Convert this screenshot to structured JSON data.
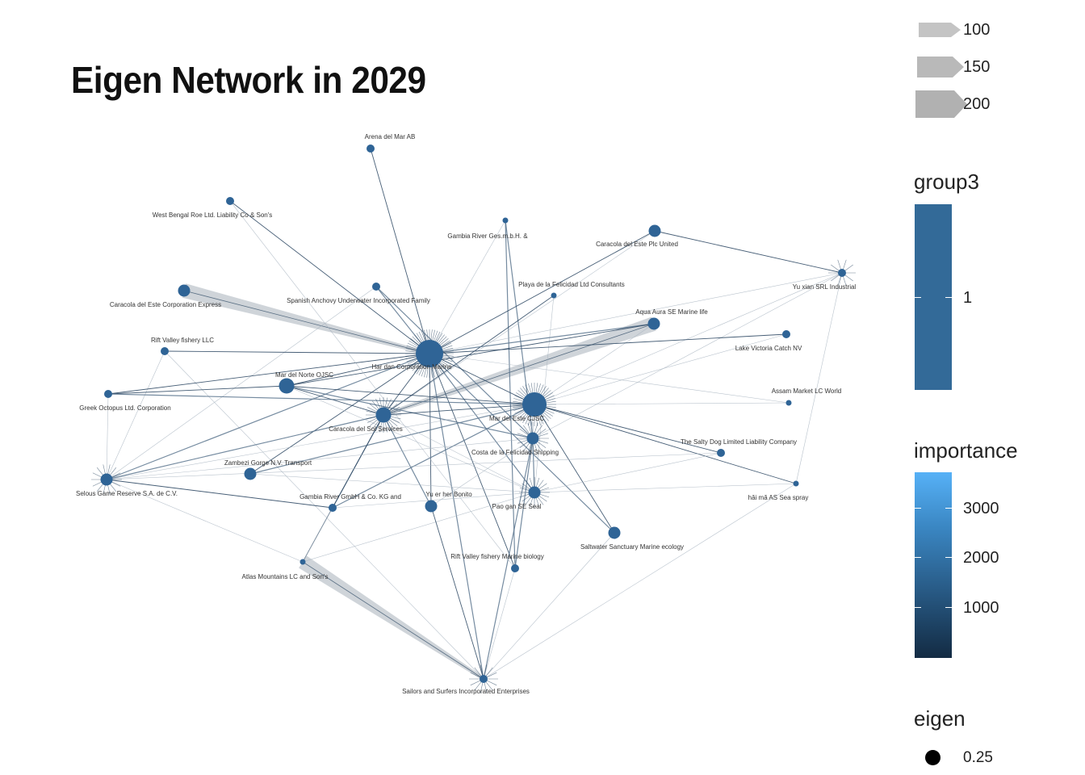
{
  "title": "Eigen Network in 2029",
  "colors": {
    "node": "#2f6496",
    "edge_dark": "#27435f",
    "edge_light": "#a8b4c0",
    "edge_band": "#c7ccd2",
    "legend_fill": "#336a98",
    "legend_light": "#56b1f7",
    "legend_dark": "#132b43"
  },
  "nodes": [
    {
      "id": "arena",
      "label": "Arena del Mar AB",
      "size": "small"
    },
    {
      "id": "westbengal",
      "label": "West Bengal   Roe Ltd. Liability Co & Son's",
      "size": "small"
    },
    {
      "id": "gambia1",
      "label": "Gambia River   Ges.m.b.H. &",
      "size": "tiny"
    },
    {
      "id": "caracola_plc",
      "label": "Caracola del Este Plc United",
      "size": "medium"
    },
    {
      "id": "yuxian",
      "label": "Yu xian  SRL Industrial",
      "size": "small"
    },
    {
      "id": "playa",
      "label": "Playa de la Felicidad Ltd Consultants",
      "size": "tiny"
    },
    {
      "id": "caracola_corp",
      "label": "Caracola del Este Corporation Express",
      "size": "medium"
    },
    {
      "id": "spanish",
      "label": "Spanish Anchovy Underwater Incorporated Family",
      "size": "small"
    },
    {
      "id": "aqua",
      "label": "Aqua Aura SE Marine life",
      "size": "medium"
    },
    {
      "id": "rift_llc",
      "label": "Rift Valley fishery LLC",
      "size": "small"
    },
    {
      "id": "lakevic",
      "label": "Lake Victoria Catch  NV",
      "size": "small"
    },
    {
      "id": "hardan",
      "label": "Har dan Corporation Marine",
      "size": "huge"
    },
    {
      "id": "marnorte",
      "label": "Mar del Norte OJSC",
      "size": "large"
    },
    {
      "id": "assam",
      "label": "Assam   Market LC World",
      "size": "tiny"
    },
    {
      "id": "greek",
      "label": "Greek Octopus Ltd. Corporation",
      "size": "small"
    },
    {
      "id": "mareste",
      "label": "Mar del Este CJSC",
      "size": "xlarge"
    },
    {
      "id": "caracola_sur",
      "label": "Caracola del Sol Services",
      "size": "large"
    },
    {
      "id": "costa",
      "label": "Costa de la Felicidad Shipping",
      "size": "medium"
    },
    {
      "id": "saltydog",
      "label": "The Salty Dog Limited Liability Company",
      "size": "small"
    },
    {
      "id": "zambezi",
      "label": "Zambezi Gorge  N.V. Transport",
      "size": "medium"
    },
    {
      "id": "selous",
      "label": "Selous Game Reserve  S.A. de C.V.",
      "size": "medium"
    },
    {
      "id": "gambia2",
      "label": "Gambia River   GmbH & Co. KG and",
      "size": "small"
    },
    {
      "id": "yuer",
      "label": "Yu er her Bonito",
      "size": "medium"
    },
    {
      "id": "paogan",
      "label": "Pao gan SE Seal",
      "size": "medium"
    },
    {
      "id": "haima",
      "label": "hǎi mǎ AS Sea spray",
      "size": "tiny"
    },
    {
      "id": "saltwater",
      "label": "Saltwater Sanctuary Marine ecology",
      "size": "medium"
    },
    {
      "id": "rift_mb",
      "label": "Rift Valley fishery Marine biology",
      "size": "small"
    },
    {
      "id": "atlas",
      "label": "Atlas Mountains  LC and Son's",
      "size": "tiny"
    },
    {
      "id": "sailors",
      "label": "Sailors and Surfers Incorporated Enterprises",
      "size": "small"
    }
  ],
  "edges": [
    [
      "caracola_corp",
      "hardan",
      "band"
    ],
    [
      "aqua",
      "caracola_sur",
      "band"
    ],
    [
      "atlas",
      "sailors",
      "band"
    ],
    [
      "arena",
      "hardan",
      "dark"
    ],
    [
      "westbengal",
      "hardan",
      "dark"
    ],
    [
      "gambia1",
      "hardan",
      "light"
    ],
    [
      "gambia1",
      "rift_mb",
      "mid"
    ],
    [
      "gambia1",
      "costa",
      "mid"
    ],
    [
      "caracola_plc",
      "hardan",
      "dark"
    ],
    [
      "caracola_plc",
      "yuxian",
      "dark"
    ],
    [
      "caracola_plc",
      "caracola_sur",
      "light"
    ],
    [
      "yuxian",
      "hardan",
      "light"
    ],
    [
      "yuxian",
      "mareste",
      "light"
    ],
    [
      "yuxian",
      "haima",
      "light"
    ],
    [
      "yuxian",
      "costa",
      "light"
    ],
    [
      "playa",
      "caracola_sur",
      "dark"
    ],
    [
      "playa",
      "paogan",
      "light"
    ],
    [
      "spanish",
      "hardan",
      "mid"
    ],
    [
      "spanish",
      "costa",
      "mid"
    ],
    [
      "spanish",
      "selous",
      "light"
    ],
    [
      "aqua",
      "hardan",
      "mid"
    ],
    [
      "aqua",
      "marnorte",
      "dark"
    ],
    [
      "aqua",
      "mareste",
      "light"
    ],
    [
      "rift_llc",
      "hardan",
      "dark"
    ],
    [
      "rift_llc",
      "sailors",
      "light"
    ],
    [
      "rift_llc",
      "selous",
      "light"
    ],
    [
      "lakevic",
      "hardan",
      "dark"
    ],
    [
      "lakevic",
      "mareste",
      "light"
    ],
    [
      "hardan",
      "mareste",
      "dark"
    ],
    [
      "hardan",
      "marnorte",
      "dark"
    ],
    [
      "hardan",
      "caracola_sur",
      "dark"
    ],
    [
      "hardan",
      "greek",
      "dark"
    ],
    [
      "hardan",
      "zambezi",
      "dark"
    ],
    [
      "hardan",
      "yuer",
      "dark"
    ],
    [
      "hardan",
      "paogan",
      "mid"
    ],
    [
      "hardan",
      "saltwater",
      "mid"
    ],
    [
      "hardan",
      "sailors",
      "mid"
    ],
    [
      "hardan",
      "selous",
      "mid"
    ],
    [
      "hardan",
      "rift_mb",
      "dark"
    ],
    [
      "hardan",
      "assam",
      "light"
    ],
    [
      "marnorte",
      "mareste",
      "dark"
    ],
    [
      "marnorte",
      "greek",
      "dark"
    ],
    [
      "marnorte",
      "caracola_sur",
      "dark"
    ],
    [
      "marnorte",
      "costa",
      "mid"
    ],
    [
      "marnorte",
      "paogan",
      "light"
    ],
    [
      "greek",
      "mareste",
      "mid"
    ],
    [
      "greek",
      "selous",
      "light"
    ],
    [
      "mareste",
      "saltydog",
      "dark"
    ],
    [
      "mareste",
      "haima",
      "dark"
    ],
    [
      "mareste",
      "caracola_sur",
      "dark"
    ],
    [
      "mareste",
      "zambezi",
      "mid"
    ],
    [
      "mareste",
      "gambia2",
      "mid"
    ],
    [
      "mareste",
      "selous",
      "light"
    ],
    [
      "mareste",
      "saltwater",
      "dark"
    ],
    [
      "mareste",
      "assam",
      "light"
    ],
    [
      "caracola_sur",
      "gambia2",
      "mid"
    ],
    [
      "caracola_sur",
      "yuer",
      "mid"
    ],
    [
      "caracola_sur",
      "atlas",
      "dark"
    ],
    [
      "caracola_sur",
      "selous",
      "mid"
    ],
    [
      "caracola_sur",
      "paogan",
      "light"
    ],
    [
      "costa",
      "paogan",
      "mid"
    ],
    [
      "costa",
      "sailors",
      "mid"
    ],
    [
      "costa",
      "rift_mb",
      "mid"
    ],
    [
      "costa",
      "selous",
      "light"
    ],
    [
      "costa",
      "yuer",
      "light"
    ],
    [
      "paogan",
      "haima",
      "light"
    ],
    [
      "paogan",
      "saltydog",
      "light"
    ],
    [
      "paogan",
      "gambia2",
      "light"
    ],
    [
      "paogan",
      "atlas",
      "light"
    ],
    [
      "saltydog",
      "selous",
      "light"
    ],
    [
      "selous",
      "gambia2",
      "dark"
    ],
    [
      "selous",
      "atlas",
      "light"
    ],
    [
      "yuer",
      "sailors",
      "dark"
    ],
    [
      "zambezi",
      "paogan",
      "light"
    ],
    [
      "gambia2",
      "atlas",
      "light"
    ],
    [
      "haima",
      "sailors",
      "light"
    ],
    [
      "saltwater",
      "sailors",
      "light"
    ],
    [
      "rift_mb",
      "sailors",
      "light"
    ],
    [
      "westbengal",
      "rift_mb",
      "light"
    ]
  ],
  "legend": {
    "edge_width_labels": [
      "100",
      "150",
      "200"
    ],
    "group3": {
      "title": "group3",
      "label": "1"
    },
    "importance": {
      "title": "importance",
      "labels": [
        "3000",
        "2000",
        "1000"
      ]
    },
    "eigen": {
      "title": "eigen",
      "label": "0.25"
    }
  }
}
